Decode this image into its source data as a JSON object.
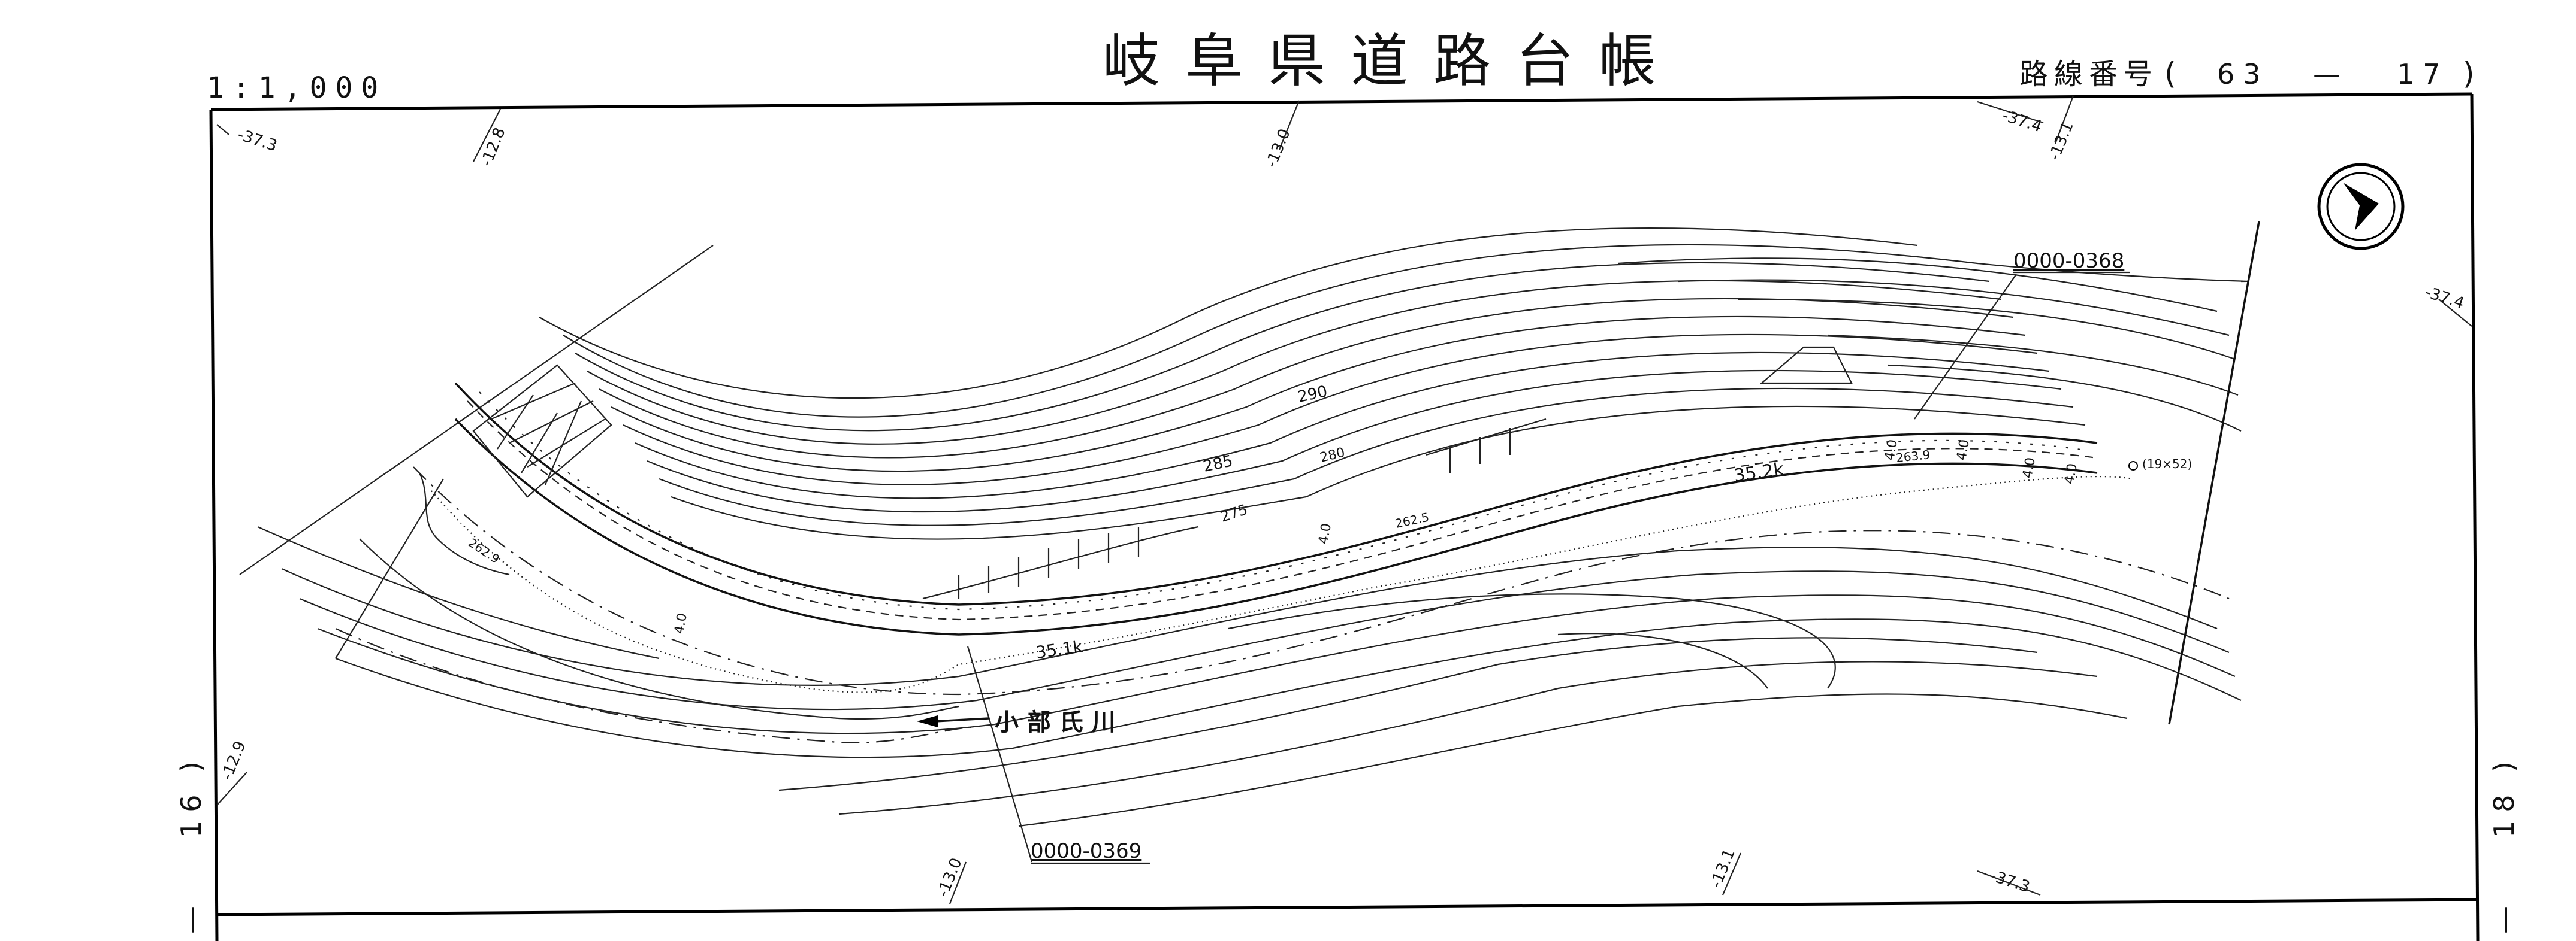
{
  "header": {
    "title": "岐阜県道路台帳",
    "scale": "1:1,000",
    "route_number_label": "路線番号",
    "route_number_open": "(",
    "route_number_major": "63",
    "route_number_dash": "—",
    "route_number_minor": "17",
    "route_number_close": ")"
  },
  "adjacent_sheets": {
    "left": "16",
    "left_paren": ")",
    "left_dash": "—",
    "right": "18",
    "right_paren": ")",
    "right_dash": "—"
  },
  "reference_codes": [
    {
      "id": "0000-0368"
    },
    {
      "id": "0000-0369"
    }
  ],
  "river": {
    "name": "小 部 氏 川"
  },
  "kilo_posts": [
    "35.1k",
    "35.2k"
  ],
  "contour_labels": [
    "290",
    "285",
    "275",
    "280"
  ],
  "elevation_labels": [
    "262.9",
    "262.5",
    "263.9"
  ],
  "width_labels": [
    "4.0",
    "4.0",
    "4.0",
    "4.0",
    "4.0",
    "4.0"
  ],
  "grid_ticks": [
    "-37.3",
    "-12.8",
    "-13.0",
    "-37.4",
    "-13.1",
    "-37.4",
    "-12.9",
    "-13.0",
    "-13.1",
    "-37.3"
  ],
  "structure_label": "(19×52)",
  "north_arrow": {
    "icon": "north-arrow-icon"
  }
}
